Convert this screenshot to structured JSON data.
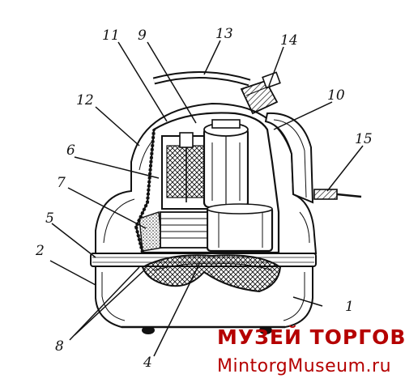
{
  "callouts": {
    "c1": "1",
    "c2": "2",
    "c4": "4",
    "c5": "5",
    "c6": "6",
    "c7": "7",
    "c8": "8",
    "c9": "9",
    "c10": "10",
    "c11": "11",
    "c12": "12",
    "c13": "13",
    "c14": "14",
    "c15": "15"
  },
  "watermark": {
    "title": "МУЗЕЙ ТОРГОВЛИ",
    "url": "MintorgMuseum.ru"
  },
  "colors": {
    "ink": "#111111",
    "paper": "#ffffff",
    "watermark": "#b50000"
  }
}
